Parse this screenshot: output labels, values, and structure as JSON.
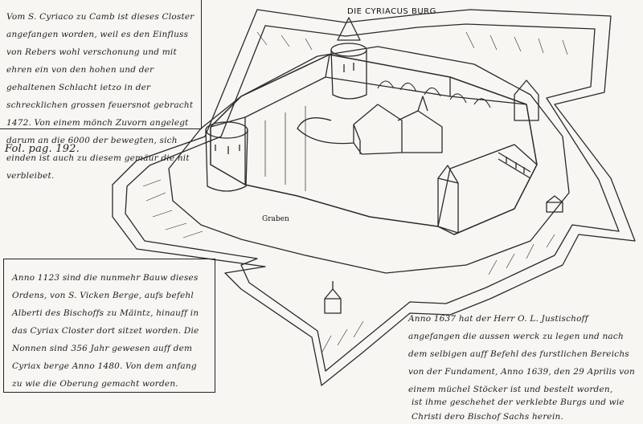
{
  "drawing": {
    "title": "DIE CYRIACUS BURG",
    "moat_label": "Graben"
  },
  "text_blocks": {
    "top_left": "Vom S. Cyriaco zu Camb ist dieses Closter angefangen worden, weil es den Einfluss von Rebers wohl verschonung und mit ehren ein von den hohen und der gehaltenen Schlacht ietzo in der schrecklichen grossen feuersnot gebracht 1472. Von einem mönch Zuvorn angelegt darum an die 6000 der bewegten, sich einden ist auch zu diesem gemäur die nit verbleibet.",
    "margin_note": "Fol. pag. 192.",
    "bottom_left": "Anno 1123 sind die nunmehr Bauw dieses Ordens, von S. Vicken Berge, aufs befehl Alberti des Bischoffs zu Mäintz, hinauff in das Cyriax Closter dort sitzet worden. Die Nonnen sind 356 Jahr gewesen auff dem Cyriax berge Anno 1480. Von dem anfang zu wie die Oberung gemacht worden.",
    "bottom_right": "Anno 1637 hat der Herr O. L. Justischoff angefangen die aussen werck zu legen und nach dem selbigen auff Befehl des furstlichen Bereichs von der Fundament, Anno 1639, den 29 Aprilis von einem müchel Stöcker ist und bestelt worden,",
    "bottom_note": "ist ihme geschehet der verklebte Burgs und wie Christi dero Bischof Sachs herein."
  }
}
